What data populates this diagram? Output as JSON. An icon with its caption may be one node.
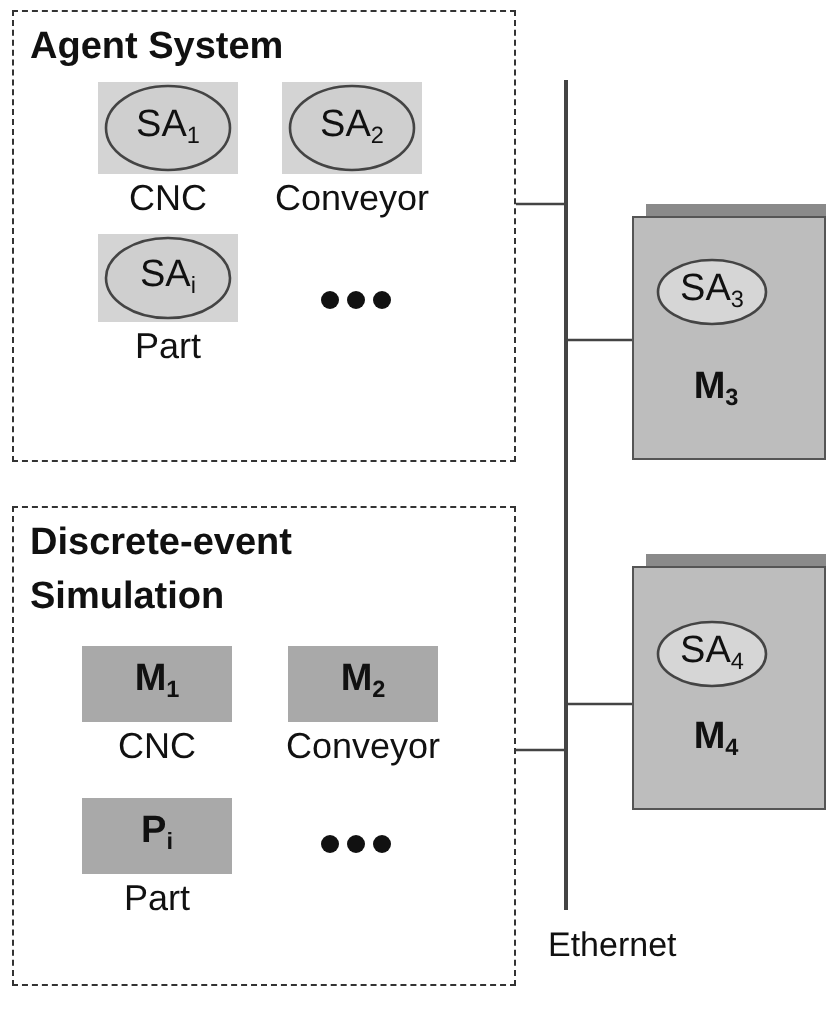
{
  "diagram": {
    "nodes": [
      {
        "text": [
          "Agent System"
        ]
      },
      {
        "text": [
          "SA$_{1}$"
        ],
        "in": 0,
        "beside": [
          "CNC"
        ]
      },
      {
        "text": [
          "SA$_{2}$"
        ],
        "in": 0,
        "beside": [
          "Conveyor"
        ]
      },
      {
        "text": [
          "SA$_{i}$"
        ],
        "in": 0,
        "beside": [
          "Part"
        ]
      },
      {
        "text": [
          "Discrete-event Simulation"
        ]
      },
      {
        "text": [
          "M$_{1}$"
        ],
        "in": 4,
        "beside": [
          "CNC"
        ]
      },
      {
        "text": [
          "M$_{2}$"
        ],
        "in": 4,
        "beside": [
          "Conveyor"
        ]
      },
      {
        "text": [
          "P$_{i}$"
        ],
        "in": 4,
        "beside": [
          "Part"
        ]
      },
      {
        "text": [],
        "shape": "bar",
        "beside": [
          "Ethernet"
        ]
      },
      {
        "text": [
          "M$_{3}$"
        ]
      },
      {
        "text": [
          "SA$_{3}$"
        ],
        "in": 9
      },
      {
        "text": [
          "M$_{4}$"
        ]
      },
      {
        "text": [
          "SA$_{4}$"
        ],
        "in": 11
      }
    ],
    "edges": [
      {
        "from": 8,
        "to": 0,
        "arrow": "none"
      },
      {
        "from": 8,
        "to": 9,
        "arrow": "none"
      },
      {
        "from": 8,
        "to": 11,
        "arrow": "none"
      },
      {
        "from": 8,
        "to": 4,
        "arrow": "none"
      }
    ]
  }
}
